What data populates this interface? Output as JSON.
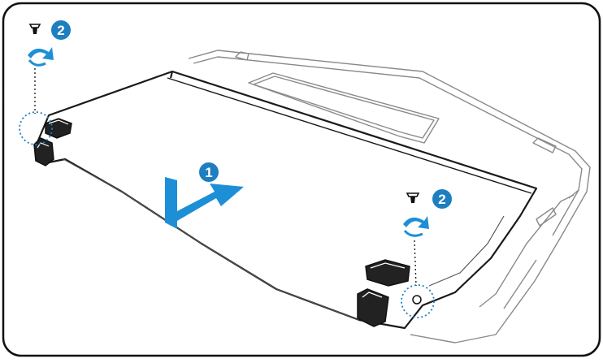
{
  "diagram": {
    "steps": [
      {
        "id": "slide-battery",
        "label": "1"
      },
      {
        "id": "screw-left",
        "label": "2"
      },
      {
        "id": "screw-right",
        "label": "2"
      }
    ],
    "colors": {
      "frame": "#111111",
      "outline": "#8a8a8a",
      "battery_edge": "#1a1a1a",
      "badge_fill": "#1d7fc0",
      "arrow_fill": "#1d8fd6",
      "text_on_badge": "#ffffff",
      "dotted": "#222222",
      "dotted_circle": "#1d7fc0"
    },
    "icons": [
      "screw-icon",
      "rotate-arrow-icon",
      "slide-arrow-icon",
      "release-latch-icon"
    ]
  }
}
